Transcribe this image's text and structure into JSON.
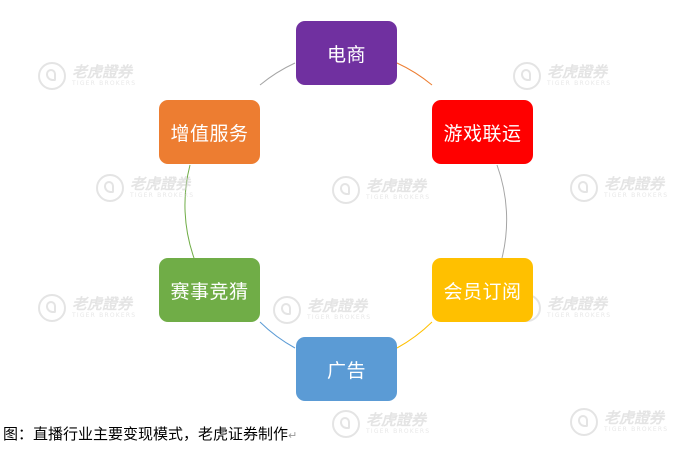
{
  "nodes": [
    {
      "id": "ecommerce",
      "label": "电商",
      "color": "#7030A0"
    },
    {
      "id": "game",
      "label": "游戏联运",
      "color": "#FF0000"
    },
    {
      "id": "membership",
      "label": "会员订阅",
      "color": "#FFC000"
    },
    {
      "id": "ads",
      "label": "广告",
      "color": "#5B9BD5"
    },
    {
      "id": "betting",
      "label": "赛事竞猜",
      "color": "#70AD47"
    },
    {
      "id": "value-added",
      "label": "增值服务",
      "color": "#ED7D31"
    }
  ],
  "edge_colors": [
    "#ED7D31",
    "#A5A5A5",
    "#FFC000",
    "#5B9BD5",
    "#70AD47",
    "#A5A5A5"
  ],
  "caption": "图：直播行业主要变现模式，老虎证券制作",
  "watermark": {
    "cn": "老虎證券",
    "en": "TIGER BROKERS"
  }
}
